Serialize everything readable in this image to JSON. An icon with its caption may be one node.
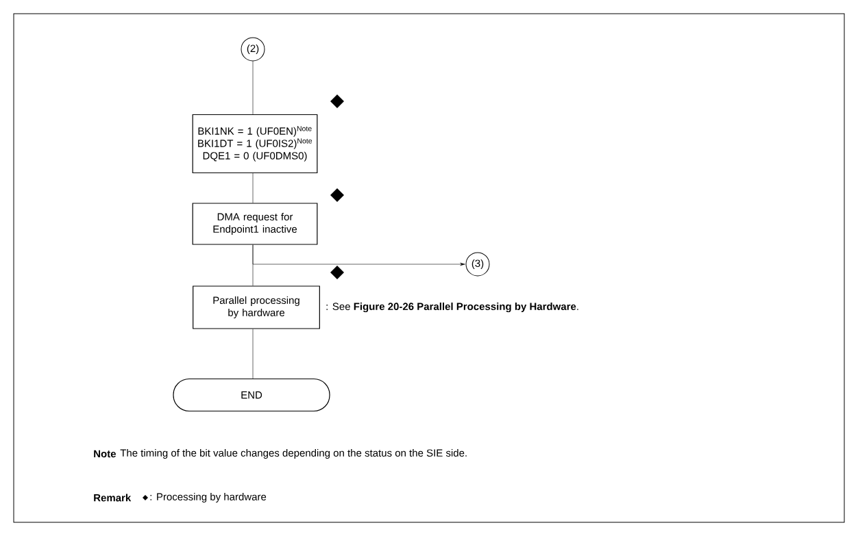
{
  "diagram": {
    "nodes": [
      {
        "text": [
          "(2)"
        ]
      },
      {
        "text": [
          "BKI1NK = 1 (UF0EN)$^{Note}$",
          "BKI1DT = 1 (UF0IS2)$^{Note}$",
          "DQE1 = 0 (UF0DMS0)"
        ]
      },
      {
        "text": [
          "DMA request for Endpoint1 inactive"
        ]
      },
      {
        "text": [
          "Parallel processing by hardware"
        ],
        "beside": [
          ": See **Figure 20-26  Parallel Processing by Hardware**."
        ]
      },
      {
        "text": [
          "END"
        ]
      },
      {
        "text": [
          "(3)"
        ]
      }
    ],
    "edges": [
      {
        "from": 0,
        "to": 1,
        "arrow": "none"
      },
      {
        "from": 1,
        "to": 2,
        "arrow": "none"
      },
      {
        "from": 2,
        "to": 3,
        "arrow": "none"
      },
      {
        "from": 3,
        "to": 4,
        "arrow": "none"
      },
      {
        "from": 2,
        "to": 5,
        "arrow": "to"
      }
    ],
    "labels": [
      "Note",
      "The timing of the bit value changes depending on the status on the SIE side.",
      "Remark"
    ],
    "legend": [
      {
        "text": ": Processing by hardware"
      }
    ]
  }
}
